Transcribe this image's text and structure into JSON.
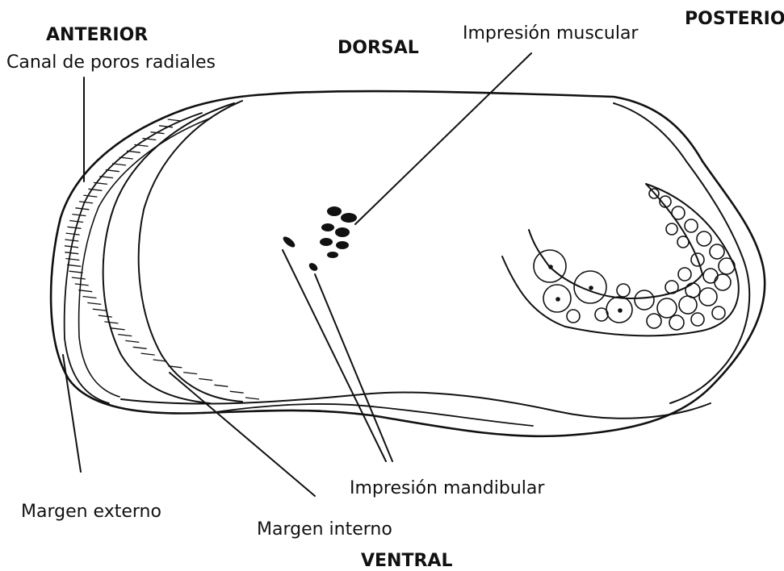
{
  "orientation": {
    "anterior": "ANTERIOR",
    "posterior": "POSTERIO",
    "dorsal": "DORSAL",
    "ventral": "VENTRAL"
  },
  "labels": {
    "radial_pore_canal": "Canal de poros radiales",
    "muscle_scar": "Impresión muscular",
    "mandibular_scar": "Impresión mandibular",
    "outer_margin": "Margen externo",
    "inner_margin": "Margen interno"
  }
}
